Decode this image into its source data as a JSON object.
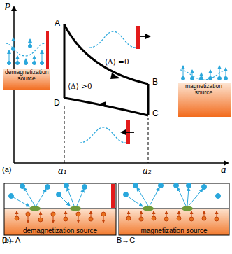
{
  "diagram": {
    "nodes": [
      {
        "text": [
          "demagnetization source"
        ]
      },
      {
        "text": [
          "magnetization source"
        ]
      },
      {
        "text": [
          "demagnetization source",
          "D→A"
        ]
      },
      {
        "text": [
          "magnetization source",
          "B→C"
        ]
      }
    ],
    "labels": [
      "P",
      "a",
      "A",
      "B",
      "C",
      "D",
      "⟨Δ⟩ =0",
      "⟨Δ⟩ >0",
      "a₁",
      "a₂",
      "(a)",
      "(b)"
    ]
  }
}
